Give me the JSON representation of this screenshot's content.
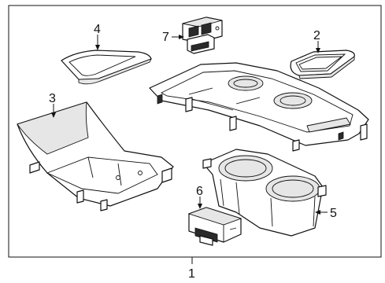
{
  "diagram": {
    "callouts": {
      "c1": "1",
      "c2": "2",
      "c3": "3",
      "c4": "4",
      "c5": "5",
      "c6": "6",
      "c7": "7"
    },
    "parts": [
      {
        "callout": "1",
        "shape": "console-trim-plate"
      },
      {
        "callout": "2",
        "shape": "storage-mat-right"
      },
      {
        "callout": "3",
        "shape": "console-panel-liner"
      },
      {
        "callout": "4",
        "shape": "storage-mat-left"
      },
      {
        "callout": "5",
        "shape": "cupholder-insert"
      },
      {
        "callout": "6",
        "shape": "switch-module"
      },
      {
        "callout": "7",
        "shape": "switch-assembly"
      }
    ]
  }
}
